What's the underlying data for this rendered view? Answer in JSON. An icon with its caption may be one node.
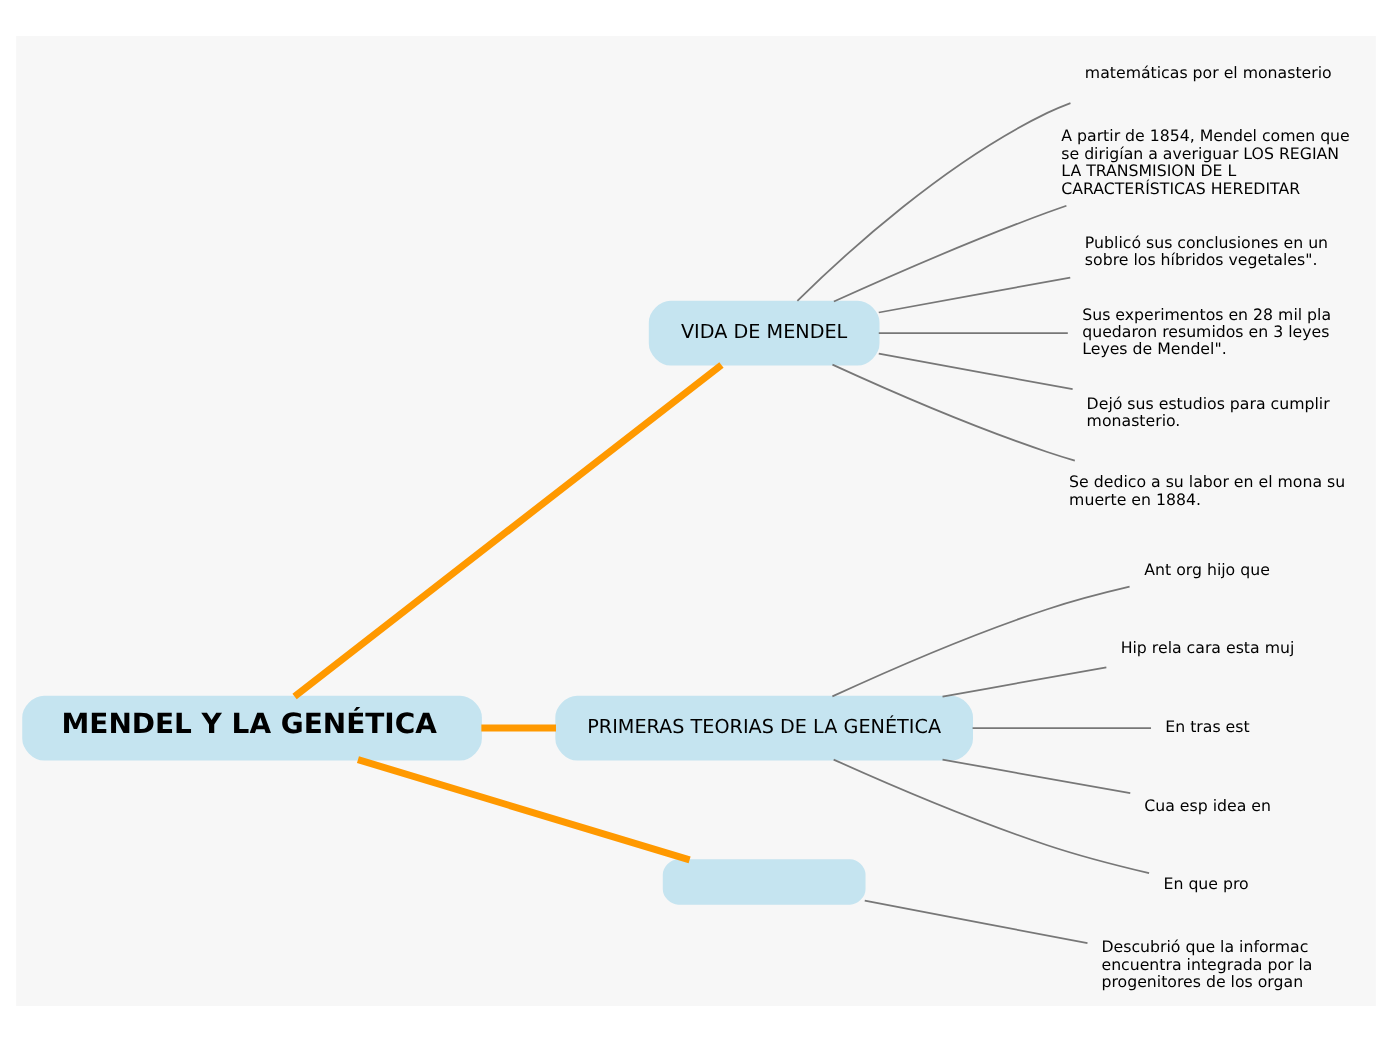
{
  "diagram": {
    "nodes": [
      {
        "text": [
          "MENDEL Y LA GENÉTICA"
        ]
      },
      {
        "text": [
          "VIDA DE MENDEL"
        ]
      },
      {
        "text": [
          "matemáticas por el monasterio"
        ]
      },
      {
        "text": [
          "A partir de 1854, Mendel comen que se dirigían a averiguar LOS REGIAN LA TRANSMISION DE L CARACTERÍSTICAS HEREDITAR"
        ]
      },
      {
        "text": [
          "Publicó sus conclusiones en un sobre los híbridos vegetales\"."
        ]
      },
      {
        "text": [
          "Sus experimentos en 28 mil pla quedaron resumidos en 3 leyes Leyes de Mendel\"."
        ]
      },
      {
        "text": [
          "Dejó sus estudios para cumplir monasterio."
        ]
      },
      {
        "text": [
          "Se dedico a su labor en el mona su muerte en 1884."
        ]
      },
      {
        "text": [
          "PRIMERAS TEORIAS DE LA GENÉTICA"
        ]
      },
      {
        "text": [
          "Ant org hijo que"
        ]
      },
      {
        "text": [
          "Hip rela cara esta muj"
        ]
      },
      {
        "text": [
          "En tras est"
        ]
      },
      {
        "text": [
          "Cua esp idea en"
        ]
      },
      {
        "text": [
          "En que pro"
        ]
      },
      {
        "text": [],
        "shape": "box"
      },
      {
        "text": [
          "Descubrió que la informac encuentra integrada por la progenitores de los organ"
        ]
      }
    ],
    "edges": [
      {
        "from": 0,
        "to": 1,
        "arrow": "none",
        "style": "thick",
        "color": "#ff9900"
      },
      {
        "from": 1,
        "to": 2,
        "arrow": "none"
      },
      {
        "from": 1,
        "to": 3,
        "arrow": "none"
      },
      {
        "from": 1,
        "to": 4,
        "arrow": "none"
      },
      {
        "from": 1,
        "to": 5,
        "arrow": "none"
      },
      {
        "from": 1,
        "to": 6,
        "arrow": "none"
      },
      {
        "from": 1,
        "to": 7,
        "arrow": "none"
      },
      {
        "from": 0,
        "to": 8,
        "arrow": "none",
        "style": "thick",
        "color": "#ff9900"
      },
      {
        "from": 8,
        "to": 9,
        "arrow": "none"
      },
      {
        "from": 8,
        "to": 10,
        "arrow": "none"
      },
      {
        "from": 8,
        "to": 11,
        "arrow": "none"
      },
      {
        "from": 8,
        "to": 12,
        "arrow": "none"
      },
      {
        "from": 8,
        "to": 13,
        "arrow": "none"
      },
      {
        "from": 0,
        "to": 14,
        "arrow": "none",
        "style": "thick",
        "color": "#ff9900"
      },
      {
        "from": 14,
        "to": 15,
        "arrow": "none"
      }
    ]
  }
}
